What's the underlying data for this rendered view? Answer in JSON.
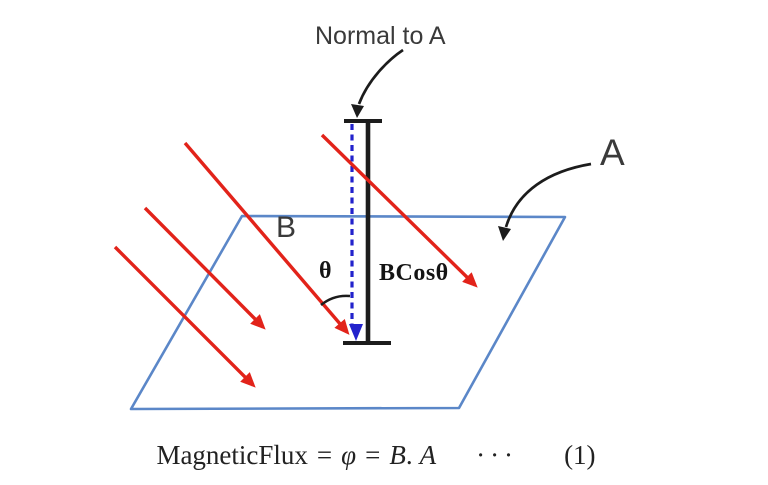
{
  "diagram": {
    "normal_label": "Normal to A",
    "field_label": "B",
    "angle_label": "θ",
    "component_label": "BCosθ",
    "area_label": "A"
  },
  "equation": {
    "lhs": "MagneticFlux",
    "equals1": "=",
    "phi": "φ",
    "equals2": "=",
    "b_symbol": "B",
    "dot": ".",
    "a_symbol": "A",
    "cdots": "···",
    "number": "(1)"
  },
  "colors": {
    "field_arrow_red": "#e2231a",
    "surface_blue": "#5b87c8",
    "normal_component_blue": "#2222cc",
    "ink_black": "#1c1c1c",
    "label_gray": "#3a3a3a"
  }
}
